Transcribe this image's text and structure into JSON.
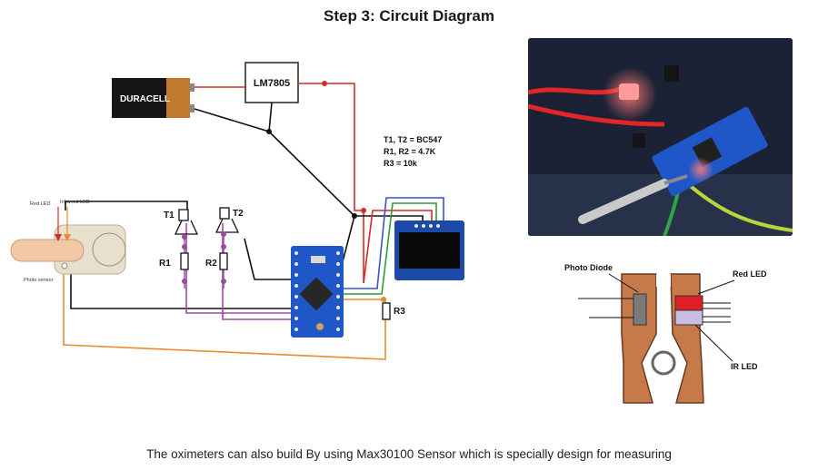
{
  "title": "Step 3: Circuit Diagram",
  "schematic": {
    "battery_brand": "DURACELL",
    "regulator": "LM7805",
    "component_notes": [
      "T1, T2 = BC547",
      "R1, R2 = 4.7K",
      "R3 = 10k"
    ],
    "labels": {
      "t1": "T1",
      "t2": "T2",
      "r1": "R1",
      "r2": "R2",
      "r3": "R3",
      "red_led": "Red LED",
      "infra_red_led": "Infra red LED",
      "photo_sensor": "Photo sensor"
    }
  },
  "sensor_clip": {
    "photo_diode": "Photo Diode",
    "red_led": "Red LED",
    "ir_led": "IR LED"
  },
  "caption": "The oximeters can also build By using Max30100 Sensor which is specially design for measuring"
}
